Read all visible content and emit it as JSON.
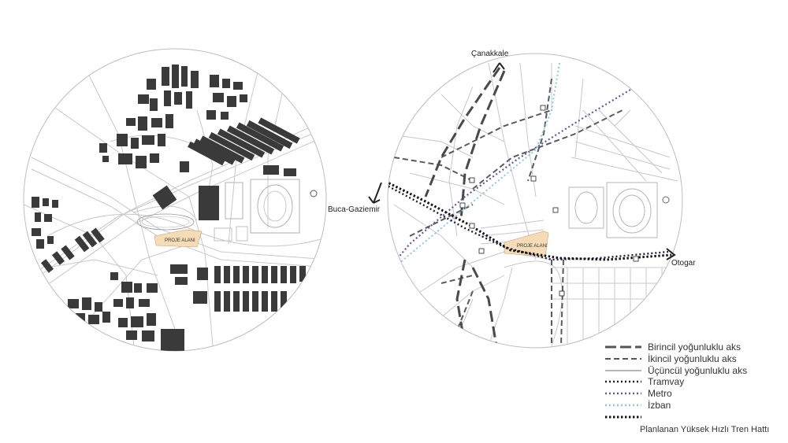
{
  "left_map": {
    "project_label": "PROJE ALANI"
  },
  "right_map": {
    "project_label": "PROJE ALANI",
    "places": {
      "canakkale": "Çanakkale",
      "buca": "Buca-Gaziemir",
      "otogar": "Otogar"
    }
  },
  "legend": {
    "items": [
      {
        "label": "Birincil yoğunluklu aks",
        "color": "#555555",
        "style": "long-dash"
      },
      {
        "label": "İkincil yoğunluklu aks",
        "color": "#555555",
        "style": "short-dash"
      },
      {
        "label": "Üçüncül yoğunluklu aks",
        "color": "#8a8a8a",
        "style": "solid"
      },
      {
        "label": "Tramvay",
        "color": "#1c1c44",
        "style": "dotted"
      },
      {
        "label": "Metro",
        "color": "#5a5aaa",
        "style": "dotted"
      },
      {
        "label": "İzban",
        "color": "#7fcfd8",
        "style": "dotted"
      },
      {
        "label": "Planlanan Yüksek Hızlı  Tren Hattı",
        "color": "#111111",
        "style": "dotted"
      }
    ]
  },
  "colors": {
    "project_area": "#f5dcb5",
    "building": "#3a3a3a",
    "street": "#c8c8c8"
  }
}
